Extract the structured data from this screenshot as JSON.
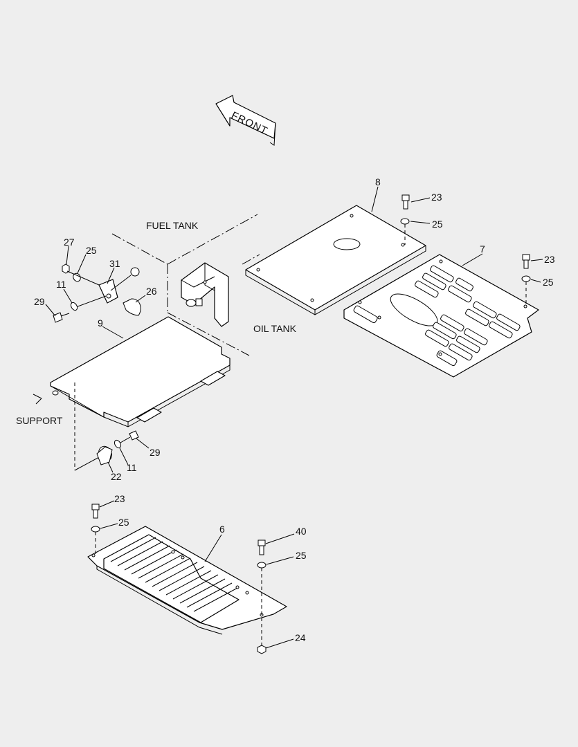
{
  "front_arrow_label": "FRONT",
  "notes": {
    "fuel_tank": "FUEL TANK",
    "oil_tank": "OIL TANK",
    "support": "SUPPORT"
  },
  "callouts": {
    "c8": "8",
    "c23a": "23",
    "c25a": "25",
    "c7": "7",
    "c23b": "23",
    "c25b": "25",
    "c27": "27",
    "c25c": "25",
    "c31": "31",
    "c11a": "11",
    "c26": "26",
    "c29a": "29",
    "c9": "9",
    "c29b": "29",
    "c11b": "11",
    "c22": "22",
    "c23c": "23",
    "c25d": "25",
    "c6": "6",
    "c40": "40",
    "c25e": "25",
    "c24": "24"
  }
}
